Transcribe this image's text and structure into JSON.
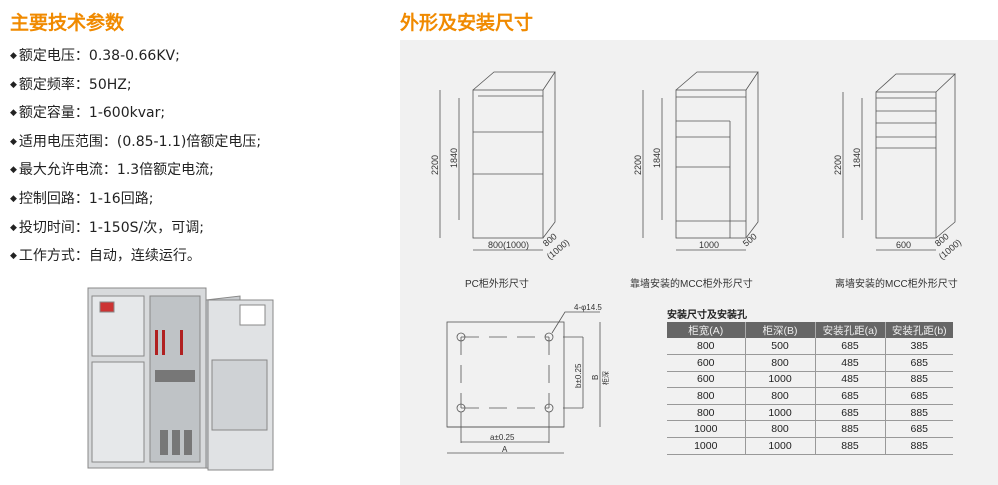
{
  "specs": {
    "title": "主要技术参数",
    "items": [
      "额定电压：0.38-0.66KV;",
      "额定频率：50HZ;",
      "额定容量：1-600kvar;",
      "适用电压范围：(0.85-1.1)倍额定电压;",
      "最大允许电流：1.3倍额定电流;",
      "控制回路：1-16回路;",
      "投切时间：1-150S/次，可调;",
      "工作方式：自动，连续运行。"
    ]
  },
  "dims": {
    "title": "外形及安装尺寸",
    "cabinets": [
      {
        "caption": "PC柜外形尺寸",
        "height": "2200",
        "inner": "1840",
        "width": "800(1000)",
        "depth": "800",
        "depth_alt": "(1000)"
      },
      {
        "caption": "靠墙安装的MCC柜外形尺寸",
        "height": "2200",
        "inner": "1840",
        "width": "1000",
        "depth": "500"
      },
      {
        "caption": "离墙安装的MCC柜外形尺寸",
        "height": "2200",
        "inner": "1840",
        "width": "600",
        "depth": "800",
        "depth_alt": "(1000)"
      }
    ],
    "plan": {
      "holes": "4-φ14.5",
      "a": "a±0.25",
      "A": "A",
      "b": "b±0.25",
      "B": "B",
      "depth_label": "柜深"
    },
    "table": {
      "title": "安装尺寸及安装孔",
      "headers": [
        "柜宽(A)",
        "柜深(B)",
        "安装孔距(a)",
        "安装孔距(b)"
      ],
      "rows": [
        [
          "800",
          "500",
          "685",
          "385"
        ],
        [
          "600",
          "800",
          "485",
          "685"
        ],
        [
          "600",
          "1000",
          "485",
          "885"
        ],
        [
          "800",
          "800",
          "685",
          "685"
        ],
        [
          "800",
          "1000",
          "685",
          "885"
        ],
        [
          "1000",
          "800",
          "885",
          "685"
        ],
        [
          "1000",
          "1000",
          "885",
          "885"
        ]
      ]
    }
  }
}
